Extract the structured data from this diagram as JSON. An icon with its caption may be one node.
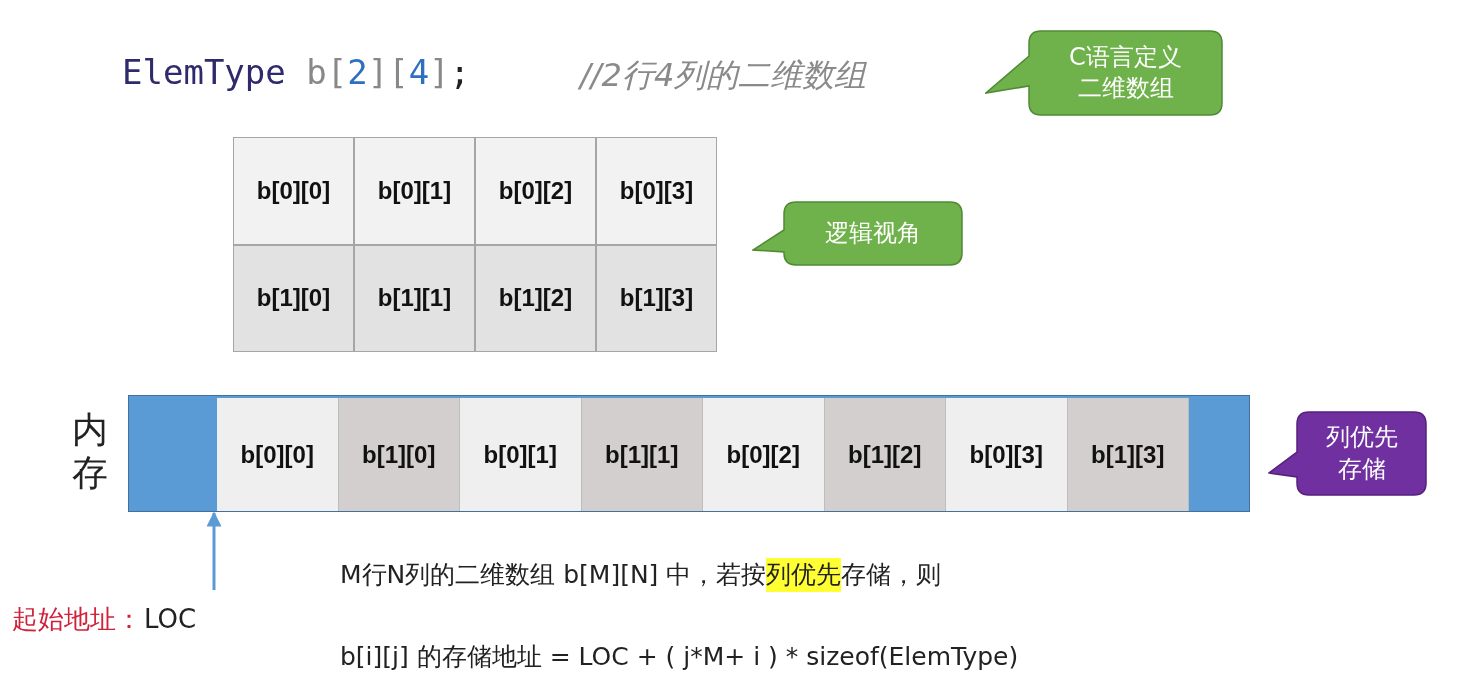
{
  "diagram": {
    "nodes": [
      {
        "text": [
          "b[0][0]"
        ]
      },
      {
        "text": [
          "b[0][1]"
        ]
      },
      {
        "text": [
          "b[0][2]"
        ]
      },
      {
        "text": [
          "b[0][3]"
        ]
      },
      {
        "text": [
          "b[1][0]"
        ]
      },
      {
        "text": [
          "b[1][1]"
        ]
      },
      {
        "text": [
          "b[1][2]"
        ]
      },
      {
        "text": [
          "b[1][3]"
        ]
      },
      {
        "text": [
          "C语言定义二维数组"
        ]
      },
      {
        "text": [
          "逻辑视角"
        ]
      },
      {
        "text": [],
        "shape": "bar",
        "beside": [
          "内存"
        ]
      },
      {
        "text": [
          "b[0][0]"
        ],
        "in": 10
      },
      {
        "text": [
          "b[1][0]"
        ],
        "in": 10
      },
      {
        "text": [
          "b[0][1]"
        ],
        "in": 10
      },
      {
        "text": [
          "b[1][1]"
        ],
        "in": 10
      },
      {
        "text": [
          "b[0][2]"
        ],
        "in": 10
      },
      {
        "text": [
          "b[1][2]"
        ],
        "in": 10
      },
      {
        "text": [
          "b[0][3]"
        ],
        "in": 10
      },
      {
        "text": [
          "b[1][3]"
        ],
        "in": 10
      },
      {
        "text": [
          "列优先存储"
        ]
      },
      {
        "text": [
          "起始地址：",
          "LOC"
        ]
      }
    ],
    "edges": [
      {
        "from": 20,
        "to": 10,
        "arrow": "to"
      }
    ],
    "labels": [
      "ElemType b[2][4];",
      "//2行4列的二维数组",
      "M行N列的二维数组 b[M][N] 中，若按",
      "列优先",
      "存储，则",
      "b[i][j] 的存储地址 = LOC + ( j*M+ i ) * sizeof(ElemType)"
    ]
  }
}
